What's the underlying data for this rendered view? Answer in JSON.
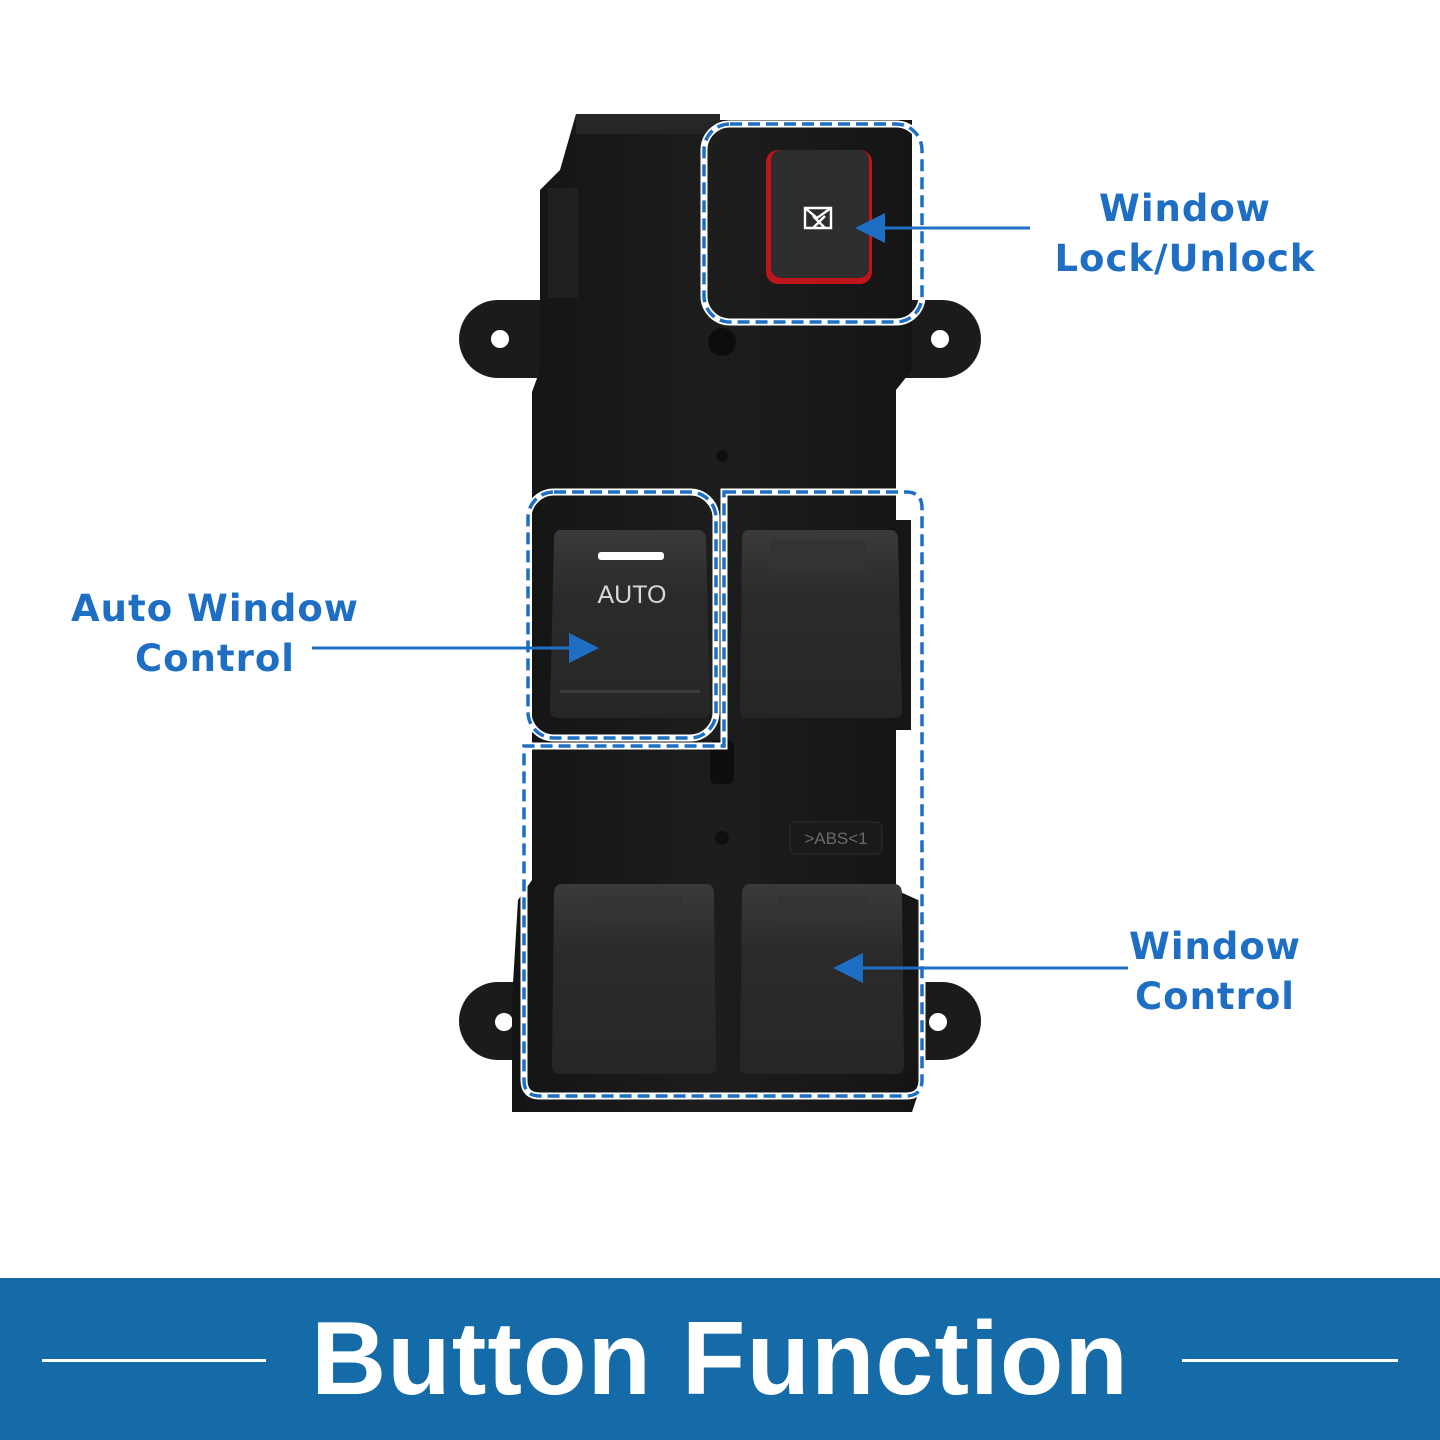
{
  "labels": {
    "lock": [
      "Window",
      "Lock/Unlock"
    ],
    "auto": [
      "Auto Window",
      "Control"
    ],
    "window": [
      "Window",
      "Control"
    ]
  },
  "switch": {
    "auto_button_text": "AUTO",
    "part_marking": ">ABS<1"
  },
  "banner": {
    "title": "Button Function"
  },
  "colors": {
    "accent_blue": "#1e6fc4",
    "banner_blue": "#156aa8",
    "body_black": "#1a1a1a",
    "lock_red": "#c0141c"
  },
  "icons": {
    "lock_button": "window-lock-icon"
  }
}
